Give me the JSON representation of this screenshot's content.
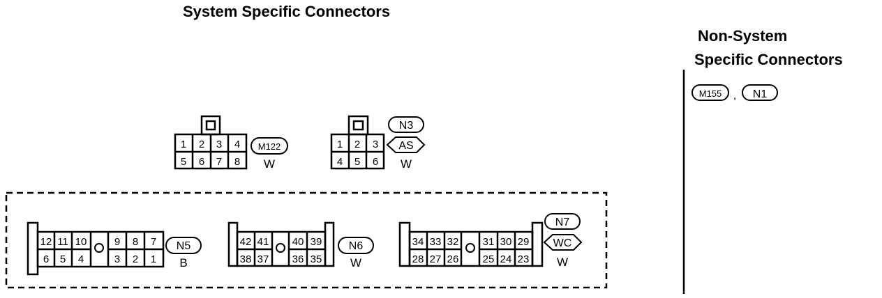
{
  "headers": {
    "system": "System Specific Connectors",
    "non_system_line1": "Non-System",
    "non_system_line2": "Specific Connectors"
  },
  "non_system": {
    "connectors": [
      "M155",
      "N1"
    ],
    "separator": ","
  },
  "connectors": {
    "m122": {
      "id": "M122",
      "color": "W",
      "row1": [
        "1",
        "2",
        "3",
        "4"
      ],
      "row2": [
        "5",
        "6",
        "7",
        "8"
      ]
    },
    "n3": {
      "id": "N3",
      "ident": "AS",
      "color": "W",
      "row1": [
        "1",
        "2",
        "3"
      ],
      "row2": [
        "4",
        "5",
        "6"
      ]
    },
    "n5": {
      "id": "N5",
      "color": "B",
      "row1_left": [
        "12",
        "11",
        "10"
      ],
      "row1_right": [
        "9",
        "8",
        "7"
      ],
      "row2_left": [
        "6",
        "5",
        "4"
      ],
      "row2_right": [
        "3",
        "2",
        "1"
      ]
    },
    "n6": {
      "id": "N6",
      "color": "W",
      "row1_left": [
        "42",
        "41"
      ],
      "row1_right": [
        "40",
        "39"
      ],
      "row2_left": [
        "38",
        "37"
      ],
      "row2_right": [
        "36",
        "35"
      ]
    },
    "n7": {
      "id": "N7",
      "ident": "WC",
      "color": "W",
      "row1_left": [
        "34",
        "33",
        "32"
      ],
      "row1_right": [
        "31",
        "30",
        "29"
      ],
      "row2_left": [
        "28",
        "27",
        "26"
      ],
      "row2_right": [
        "25",
        "24",
        "23"
      ]
    }
  }
}
